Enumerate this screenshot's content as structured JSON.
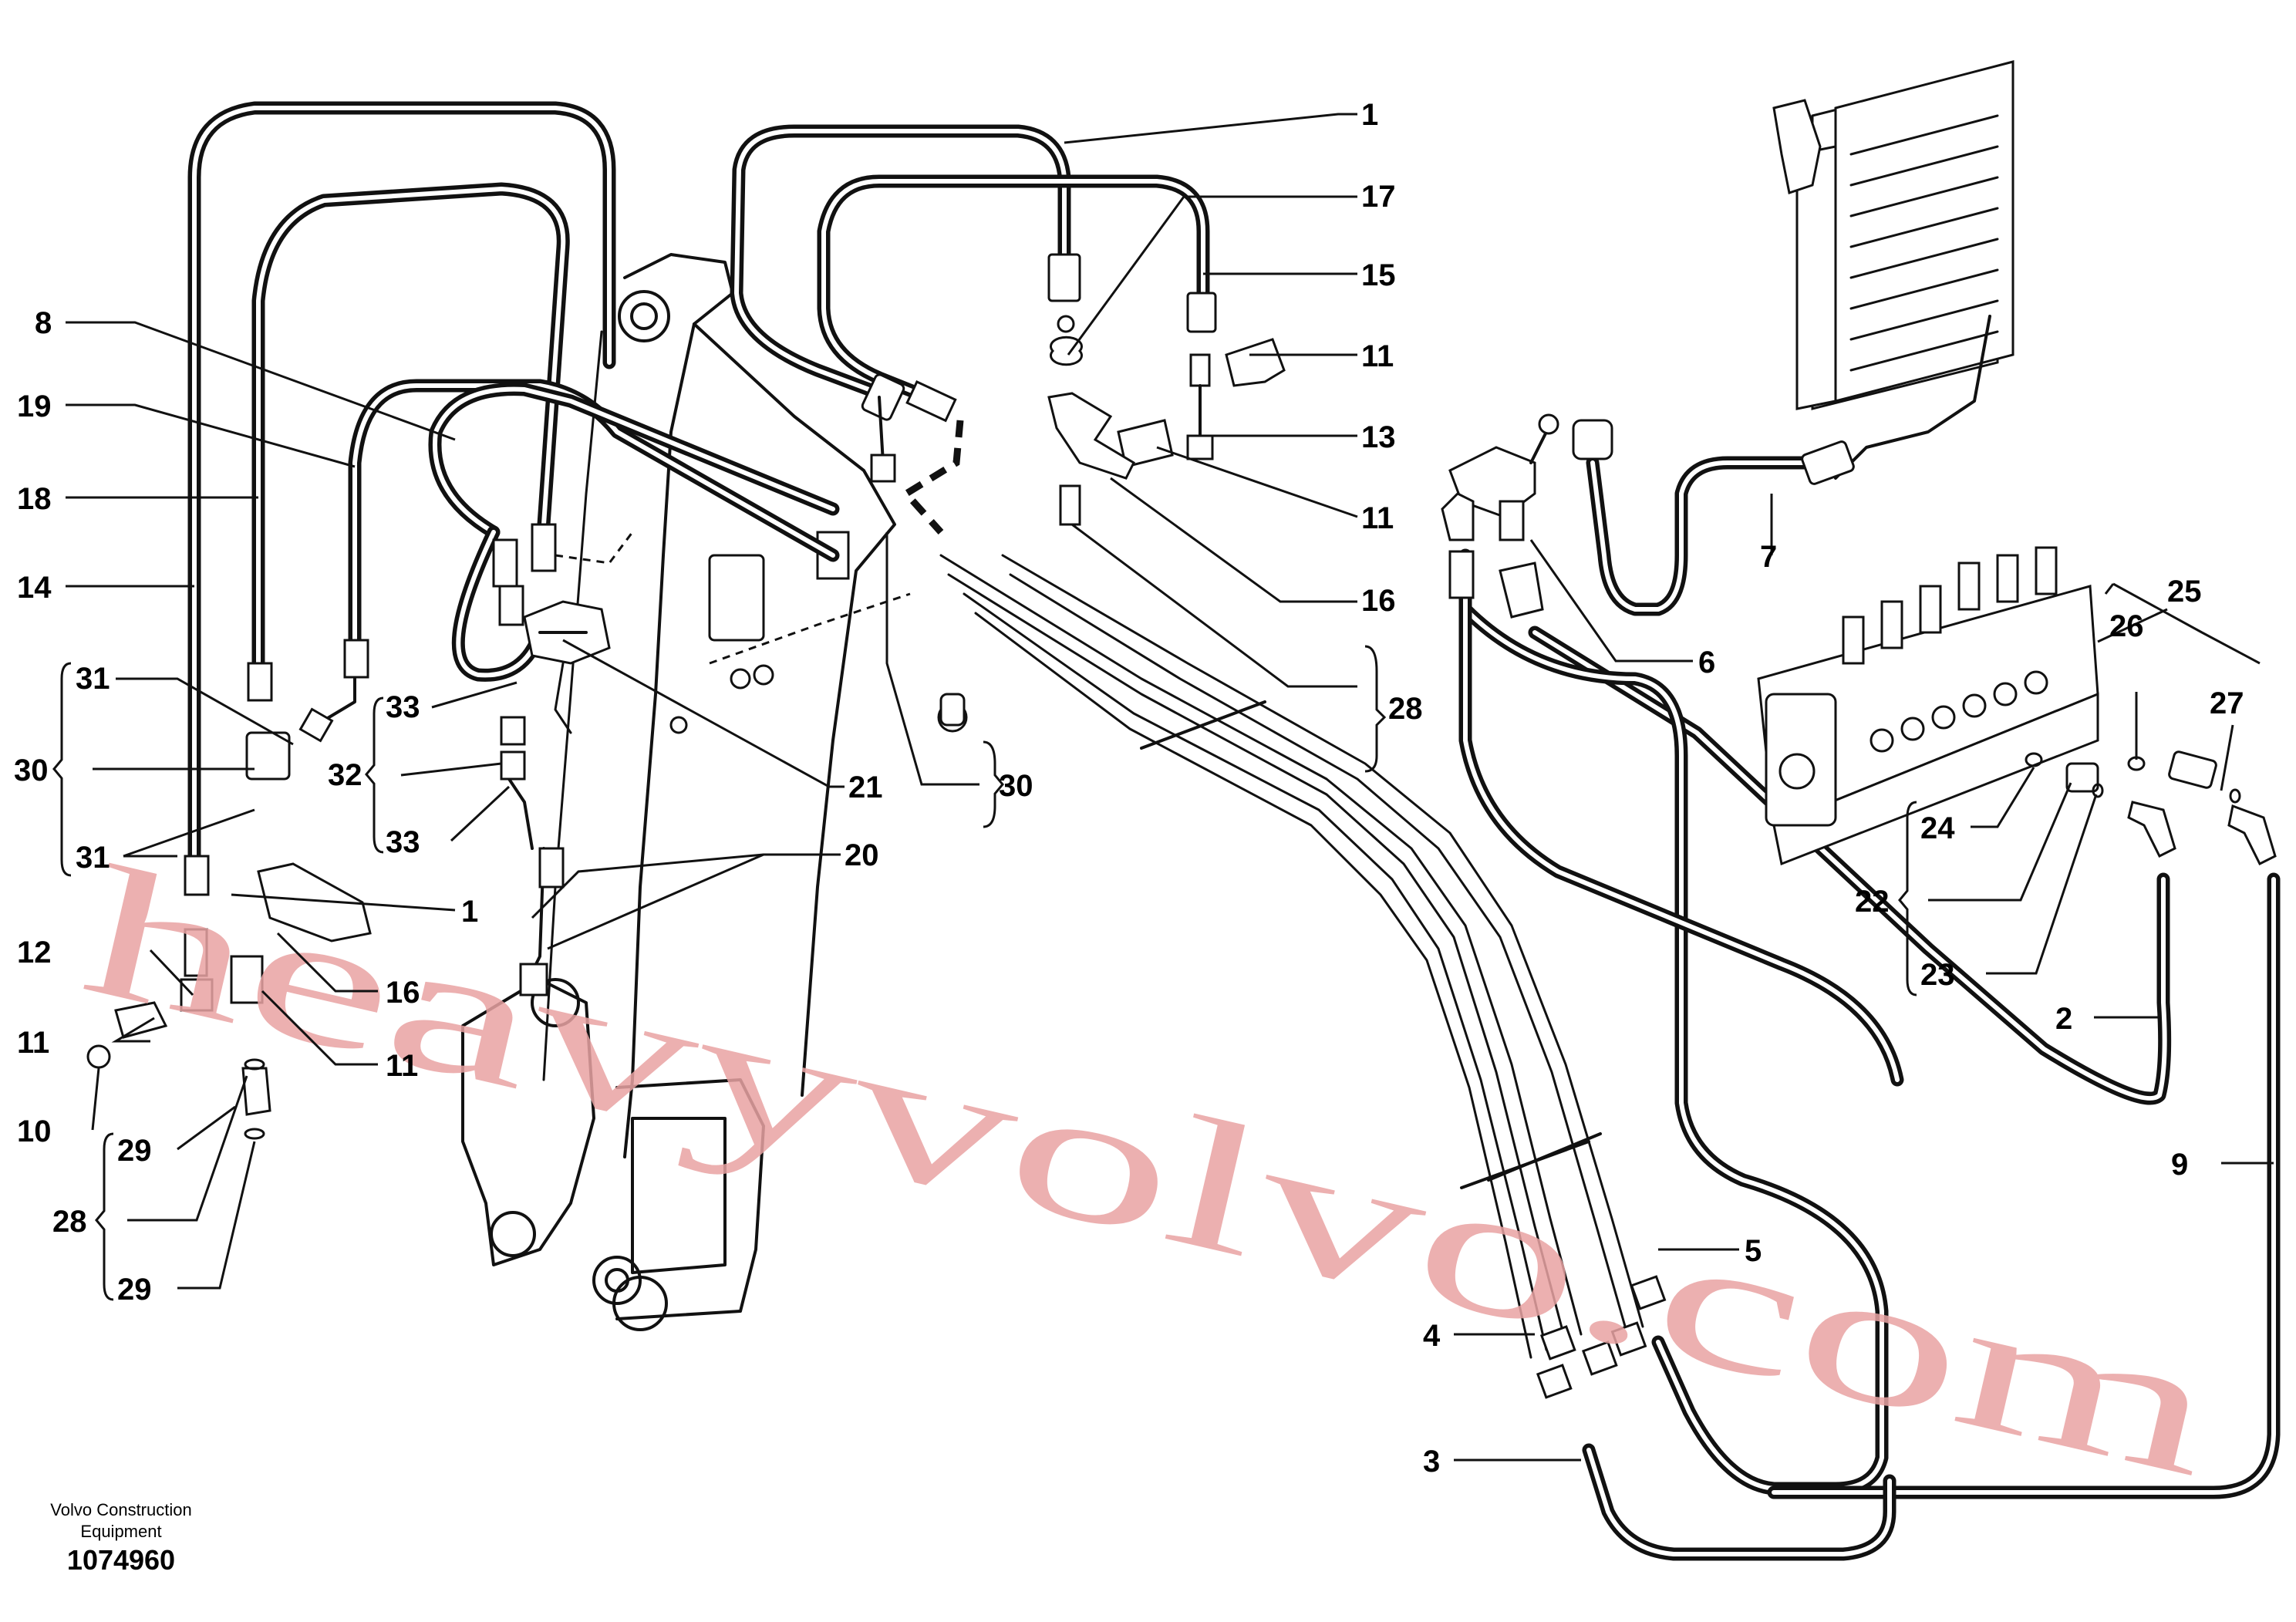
{
  "callouts": {
    "c1_top": "1",
    "c17": "17",
    "c15": "15",
    "c11_a": "11",
    "c13": "13",
    "c11_b": "11",
    "c16_right": "16",
    "c28_right": "28",
    "c8": "8",
    "c19": "19",
    "c18": "18",
    "c14": "14",
    "c31_top": "31",
    "c30_left": "30",
    "c31_bottom": "31",
    "c33": "33",
    "c32": "32",
    "c33_bottom": "33",
    "c21": "21",
    "c30_mid": "30",
    "c20": "20",
    "c1_mid": "1",
    "c12": "12",
    "c11_left": "11",
    "c10": "10",
    "c16_left": "16",
    "c11_mid": "11",
    "c29_top": "29",
    "c28_left": "28",
    "c29_bottom": "29",
    "c7": "7",
    "c6": "6",
    "c25": "25",
    "c26": "26",
    "c27": "27",
    "c24": "24",
    "c22": "22",
    "c23": "23",
    "c2": "2",
    "c9": "9",
    "c5": "5",
    "c4": "4",
    "c3": "3"
  },
  "footer": {
    "brand_line1": "Volvo Construction",
    "brand_line2": "Equipment",
    "drawing_number": "1074960"
  },
  "watermark": {
    "text": "heavyvolvo.com"
  }
}
